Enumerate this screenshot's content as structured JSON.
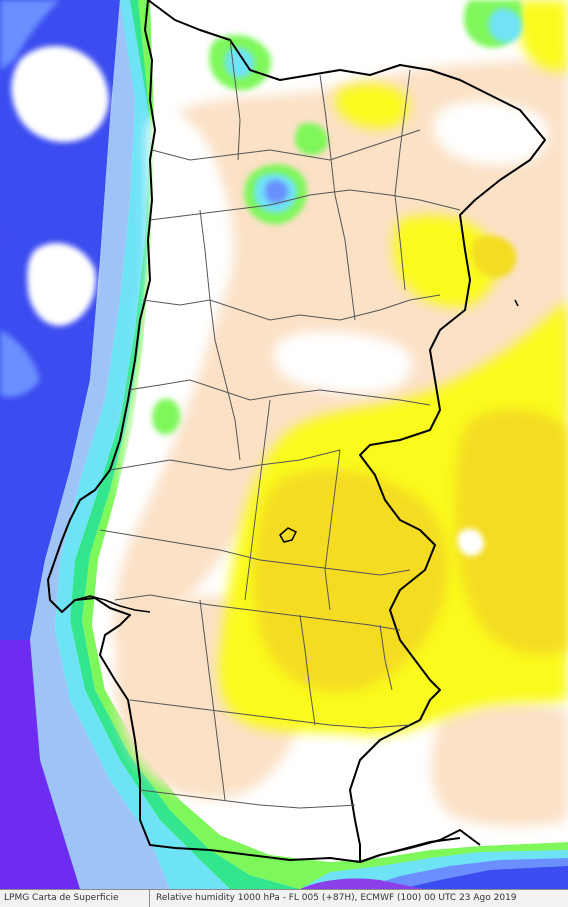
{
  "status_bar": {
    "left_text": "LPMG Carta de Superficie",
    "right_text": "Relative humidity  1000 hPa - FL 005 (+87H), ECMWF (100)  00 UTC  23 Ago 2019"
  },
  "map": {
    "field": "Relative humidity",
    "palette": {
      "white": "#ffffff",
      "beige": "#fbe1c6",
      "light_yellow": "#fafa1c",
      "dark_yellow": "#f4dc24",
      "light_green": "#7ef75a",
      "green": "#33e68e",
      "cyan": "#6fe3f6",
      "light_blue": "#9dc3f7",
      "blue": "#6b8fff",
      "dark_blue": "#3b4cf0",
      "violet": "#6d2cf0",
      "purple": "#8b3fe8",
      "border": "#000000",
      "district": "#555555"
    }
  }
}
